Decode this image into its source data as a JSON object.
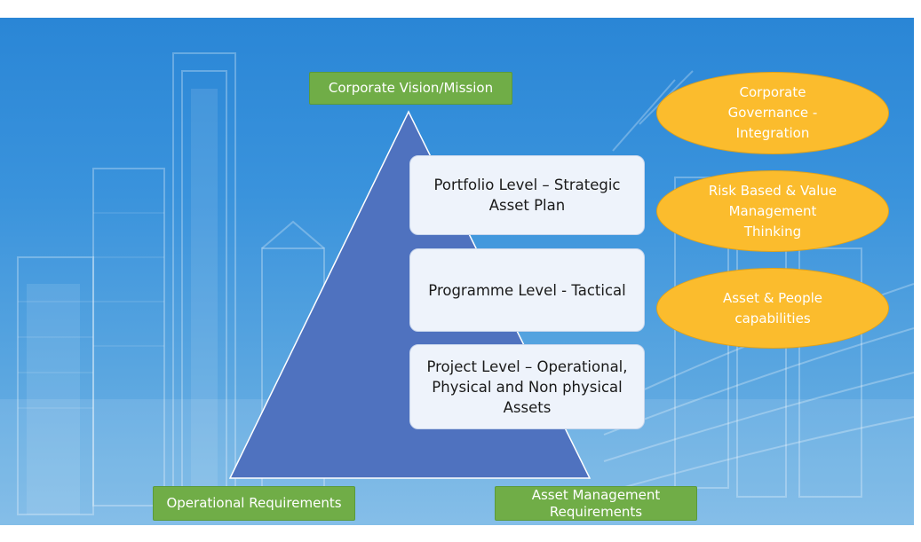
{
  "top_label": "Corporate Vision/Mission",
  "bottom_left_label": "Operational Requirements",
  "bottom_right_label": "Asset Management Requirements",
  "levels": [
    {
      "label": "Portfolio Level – Strategic Asset Plan"
    },
    {
      "label": "Programme Level - Tactical"
    },
    {
      "label": "Project Level – Operational, Physical and Non physical Assets"
    }
  ],
  "ellipses": [
    {
      "label": "Corporate Governance - Integration"
    },
    {
      "label": "Risk Based & Value Management Thinking"
    },
    {
      "label": "Asset & People capabilities"
    }
  ],
  "colors": {
    "background_blue": "#3a93dc",
    "triangle_fill": "#4f72bf",
    "label_green": "#70ad47",
    "ellipse_orange": "#fbbc2d",
    "level_box": "#eef3fb"
  }
}
